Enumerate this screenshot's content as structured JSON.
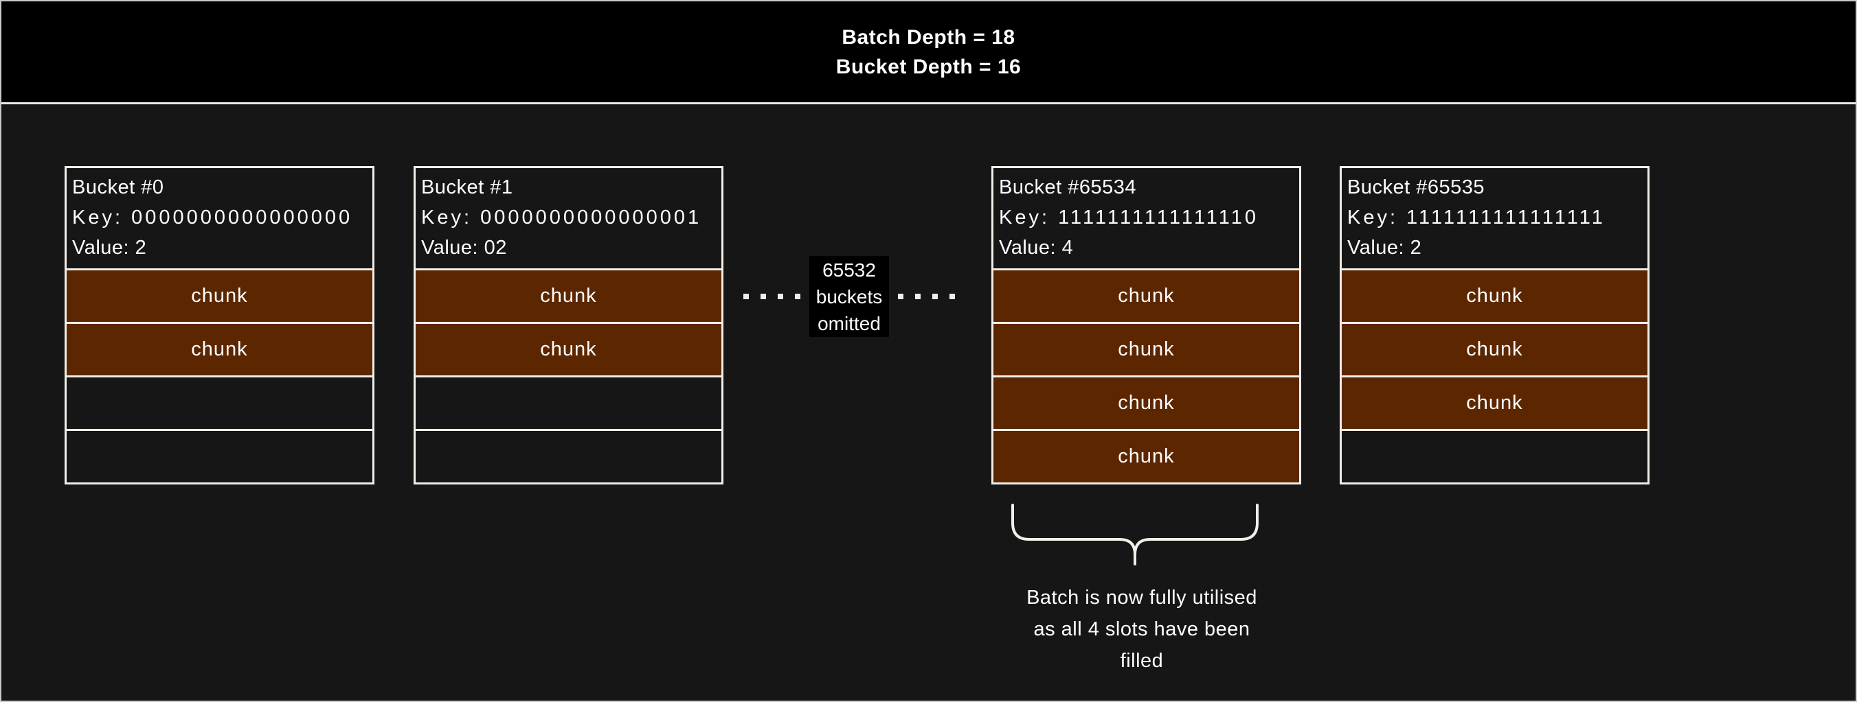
{
  "title_band": {
    "line1": "Batch Depth = 18",
    "line2": "Bucket Depth = 16"
  },
  "buckets": [
    {
      "title": "Bucket #0",
      "key": "Key: 0000000000000000",
      "value": "Value: 2",
      "slots": [
        {
          "state": "filled",
          "label": "chunk"
        },
        {
          "state": "filled",
          "label": "chunk"
        },
        {
          "state": "empty",
          "label": ""
        },
        {
          "state": "empty",
          "label": ""
        }
      ]
    },
    {
      "title": "Bucket #1",
      "key": "Key: 0000000000000001",
      "value": "Value: 02",
      "slots": [
        {
          "state": "filled",
          "label": "chunk"
        },
        {
          "state": "filled",
          "label": "chunk"
        },
        {
          "state": "empty",
          "label": ""
        },
        {
          "state": "empty",
          "label": ""
        }
      ]
    },
    {
      "title": "Bucket #65534",
      "key": "Key: 1111111111111110",
      "value": "Value: 4",
      "slots": [
        {
          "state": "filled",
          "label": "chunk"
        },
        {
          "state": "filled",
          "label": "chunk"
        },
        {
          "state": "filled",
          "label": "chunk"
        },
        {
          "state": "filled",
          "label": "chunk"
        }
      ]
    },
    {
      "title": "Bucket #65535",
      "key": "Key: 1111111111111111",
      "value": "Value: 2",
      "slots": [
        {
          "state": "filled",
          "label": "chunk"
        },
        {
          "state": "filled",
          "label": "chunk"
        },
        {
          "state": "filled",
          "label": "chunk"
        },
        {
          "state": "empty",
          "label": ""
        }
      ]
    }
  ],
  "omitted": {
    "lines": [
      "65532",
      "buckets",
      "omitted"
    ]
  },
  "annotation": {
    "lines": [
      "Batch is now fully utilised",
      "as all 4 slots have been",
      "filled"
    ]
  },
  "colors": {
    "band_bg": "#000000",
    "canvas_bg": "#161616",
    "chunk_fill": "#5c2700",
    "line": "#f2efe9",
    "text": "#ffffff"
  }
}
